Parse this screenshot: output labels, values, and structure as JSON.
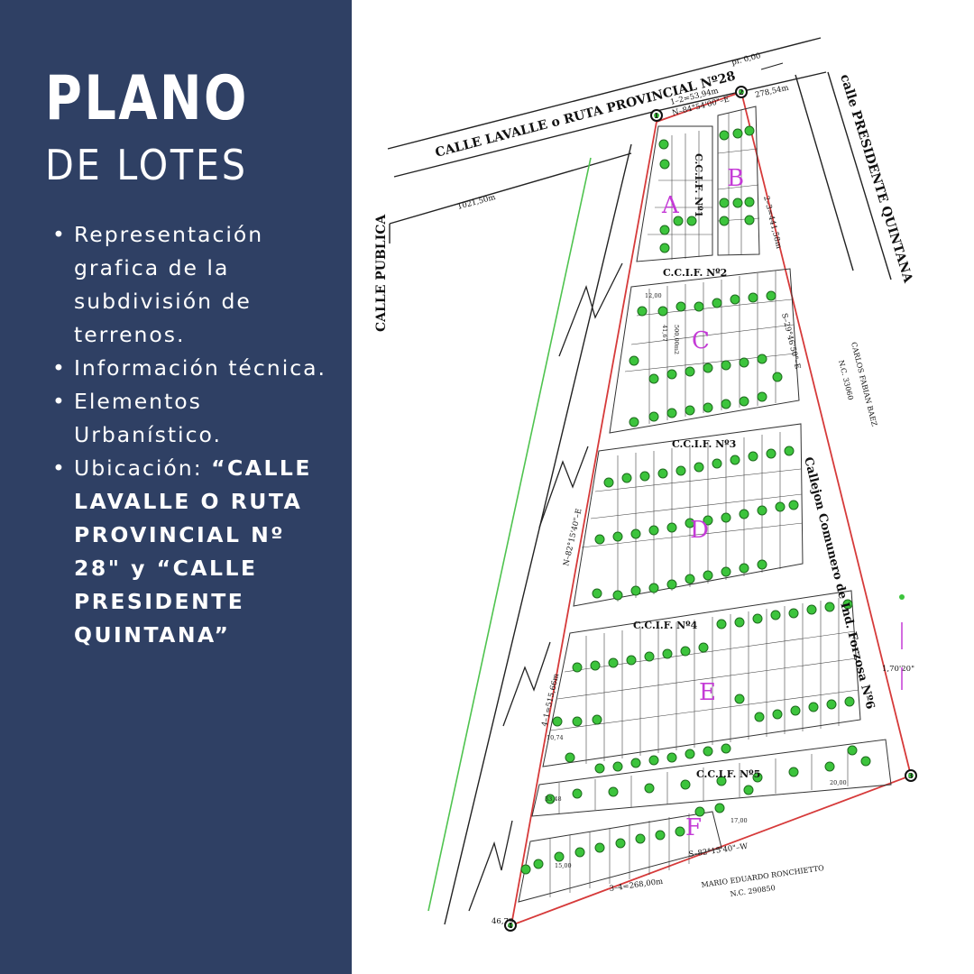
{
  "header": {
    "title_line1": "PLANO",
    "title_line2": "DE LOTES"
  },
  "bullets": [
    {
      "text": "Representación grafica de la subdivisión de terrenos."
    },
    {
      "text": "Información técnica."
    },
    {
      "text": "Elementos Urbanístico."
    },
    {
      "prefix": "Ubicación: ",
      "emphasis": "“CALLE LAVALLE O RUTA PROVINCIAL Nº 28\" y “CALLE PRESIDENTE QUINTANA”"
    }
  ],
  "plan": {
    "streets": {
      "north": "CALLE LAVALLE o RUTA PROVINCIAL Nº28",
      "east": "calle PRESIDENTE QUINTANA",
      "west": "CALLE PUBLICA",
      "inner": "Callejon Comunero de Ind. Forzosa Nº6"
    },
    "blocks": [
      {
        "label": "C.C.I.F. Nº1",
        "letters": [
          "A",
          "B"
        ]
      },
      {
        "label": "C.C.I.F. Nº2",
        "letters": [
          "C"
        ]
      },
      {
        "label": "C.C.I.F. Nº3",
        "letters": [
          "D"
        ]
      },
      {
        "label": "C.C.I.F. Nº4",
        "letters": [
          "E"
        ]
      },
      {
        "label": "C.C.I.F. Nº5",
        "letters": [
          "F"
        ]
      }
    ],
    "measurements": {
      "side_1_2": "1–2=53,94m",
      "bearing_1_2": "N–84°54'00\"–E",
      "side_2_3": "2–3=441,58m",
      "bearing_2_3": "S–29°46'50\"–E",
      "side_3_4": "3–4=268,00m",
      "bearing_3_4": "S–82°15'40\"–W",
      "side_4_1": "4–1=515,66m",
      "bearing_4_1": "N–82°15'40\"–E",
      "road_length": "1021,50m",
      "east_length": "278,54m",
      "top_mark": "pr. 0,00",
      "corner_mark": "1,70'20\"",
      "west_mark": "46,79"
    },
    "neighbors": [
      {
        "name": "CARLOS FABIAN BAEZ",
        "nc": "N.C. 33060"
      },
      {
        "name": "MARIO EDUARDO RONCHIETTO",
        "nc": "N.C. 290850"
      }
    ],
    "vertex_labels": [
      "1",
      "2",
      "3",
      "4"
    ],
    "lot_dimension_samples": [
      "12,00",
      "41,67",
      "500,00m2",
      "15,00",
      "17,00",
      "20,00",
      "33,48",
      "10,74"
    ],
    "colors": {
      "panel": "#2f4064",
      "boundary": "#d63a3a",
      "lot_marker": "#3cc43c",
      "block_letter": "#c43ad6",
      "green_line": "#4fc34f"
    }
  }
}
